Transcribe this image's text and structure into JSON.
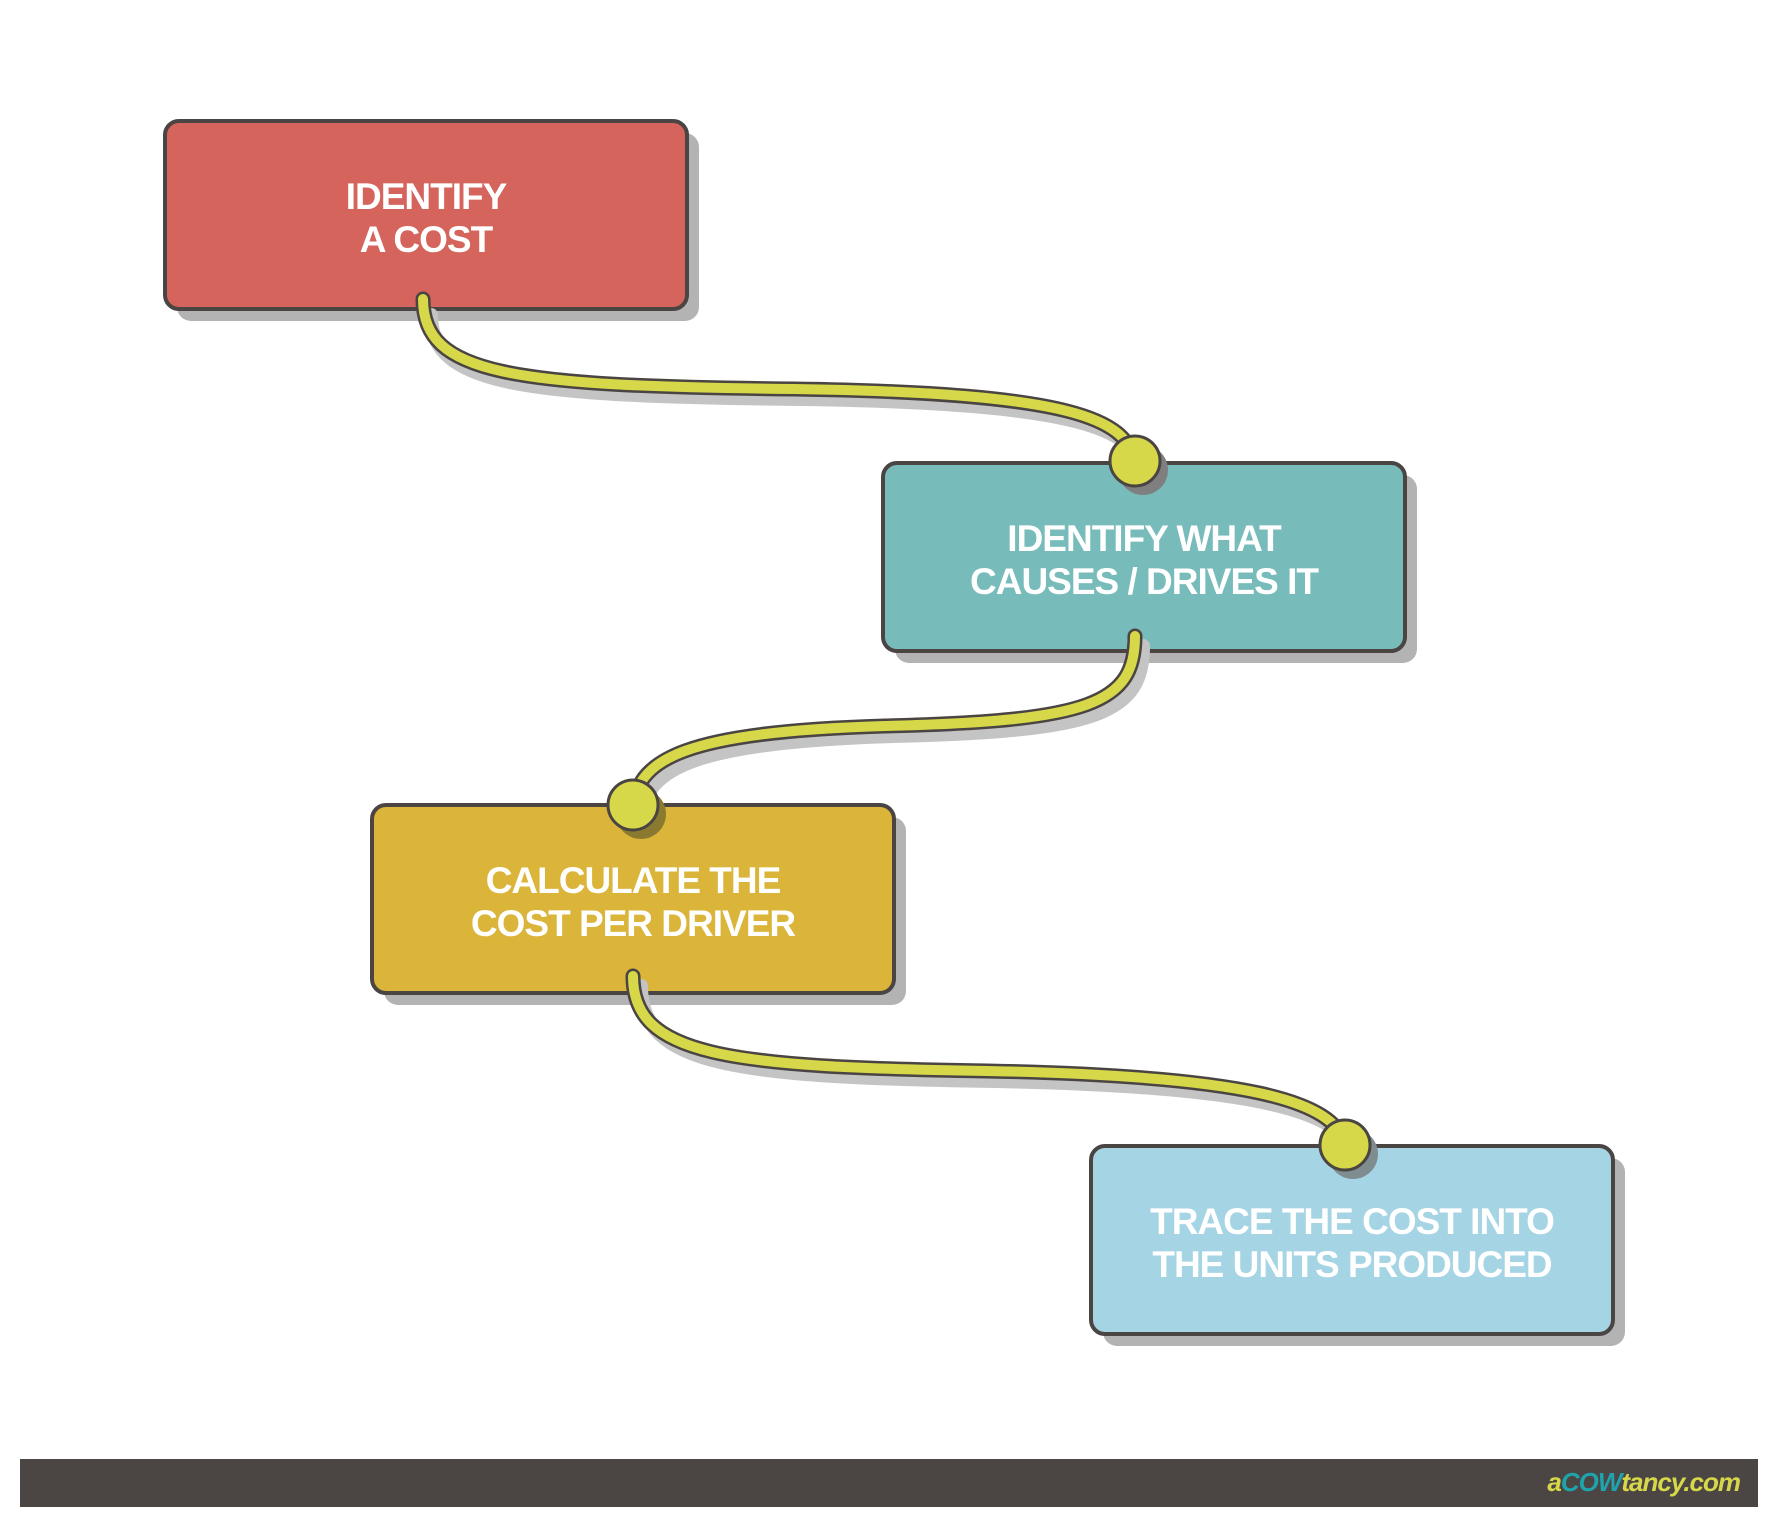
{
  "steps": [
    {
      "lines": [
        "IDENTIFY",
        "A COST"
      ],
      "color": "#d4645c"
    },
    {
      "lines": [
        "IDENTIFY WHAT",
        "CAUSES / DRIVES IT"
      ],
      "color": "#78bbbb"
    },
    {
      "lines": [
        "CALCULATE THE",
        "COST PER DRIVER"
      ],
      "color": "#dbb53a"
    },
    {
      "lines": [
        "TRACE THE COST INTO",
        "THE UNITS PRODUCED"
      ],
      "color": "#a5d4e4"
    }
  ],
  "connector_color": "#d6d84a",
  "footer": {
    "logo_a": "a",
    "logo_cow": "COW",
    "logo_rest": "tancy.com"
  }
}
